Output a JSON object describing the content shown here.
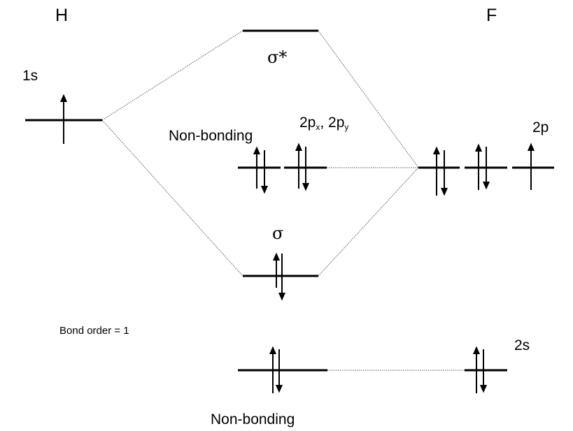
{
  "atoms": {
    "left": "H",
    "right": "F"
  },
  "orbital_labels": {
    "h_1s": "1s",
    "sigma_star": "σ*",
    "sigma": "σ",
    "f_2p": "2p",
    "f_2s": "2s",
    "px_py_prefix1": "2p",
    "px_sub": "x",
    "px_py_sep": ", 2p",
    "py_sub": "y",
    "nonbonding_upper": "Non-bonding",
    "nonbonding_lower": "Non-bonding"
  },
  "bond_order": "Bond order = 1",
  "electron_occupancy": {
    "h_1s": 1,
    "sigma_star": 0,
    "sigma": 2,
    "nonbonding_2px": 2,
    "nonbonding_2py": 2,
    "f_2p": [
      2,
      2,
      1
    ],
    "nonbonding_2s": 2,
    "f_2s": 2
  },
  "colors": {
    "line": "#000000",
    "connector": "#555555"
  }
}
